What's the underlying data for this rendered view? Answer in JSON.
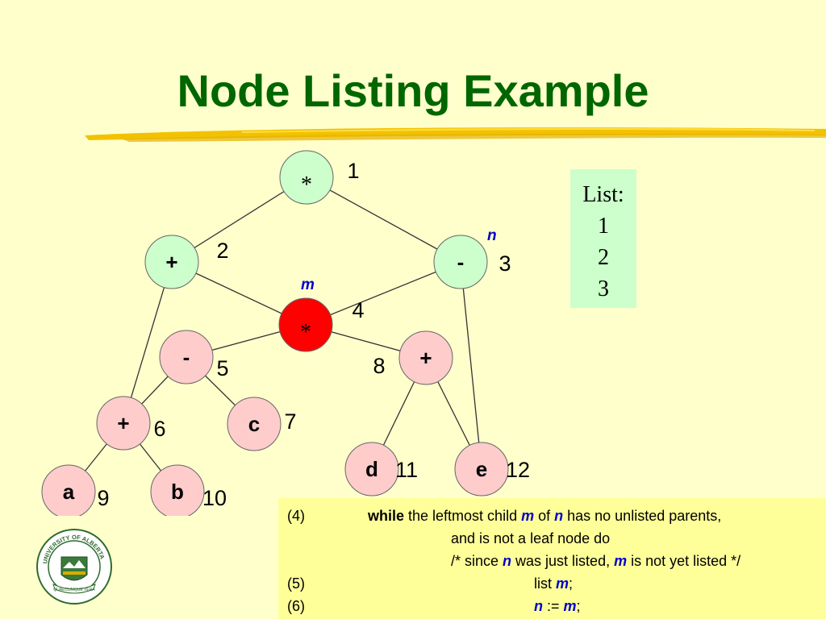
{
  "title": "Node Listing Example",
  "list_box": {
    "heading": "List:",
    "items": [
      "1",
      "2",
      "3"
    ]
  },
  "nodes": [
    {
      "id": "n1",
      "symbol": "*",
      "number": "1",
      "fill": "#ccffcc"
    },
    {
      "id": "n2",
      "symbol": "+",
      "number": "2",
      "fill": "#ccffcc"
    },
    {
      "id": "n3",
      "symbol": "-",
      "number": "3",
      "fill": "#ccffcc"
    },
    {
      "id": "n4",
      "symbol": "*",
      "number": "4",
      "fill": "#ff0000"
    },
    {
      "id": "n5",
      "symbol": "-",
      "number": "5",
      "fill": "#ffcccc"
    },
    {
      "id": "n6",
      "symbol": "+",
      "number": "6",
      "fill": "#ffcccc"
    },
    {
      "id": "n7",
      "symbol": "c",
      "number": "7",
      "fill": "#ffcccc"
    },
    {
      "id": "n8",
      "symbol": "+",
      "number": "8",
      "fill": "#ffcccc"
    },
    {
      "id": "n9",
      "symbol": "a",
      "number": "9",
      "fill": "#ffcccc"
    },
    {
      "id": "n10",
      "symbol": "b",
      "number": "10",
      "fill": "#ffcccc"
    },
    {
      "id": "n11",
      "symbol": "d",
      "number": "11",
      "fill": "#ffcccc"
    },
    {
      "id": "n12",
      "symbol": "e",
      "number": "12",
      "fill": "#ffcccc"
    }
  ],
  "pointers": {
    "n_label": "n",
    "m_label": "m",
    "color": "#0000cc"
  },
  "code": {
    "line1": {
      "num": "(4)",
      "kw": "while",
      "t1": " the leftmost child ",
      "m": "m",
      "t2": " of ",
      "n": "n",
      "t3": " has no unlisted parents,"
    },
    "line2": {
      "text": "and is not a leaf node do"
    },
    "line3": {
      "t1": "/* since ",
      "n": "n",
      "t2": " was just listed, ",
      "m": "m",
      "t3": " is not yet listed */"
    },
    "line4": {
      "num": "(5)",
      "t1": "list ",
      "m": "m",
      "t2": ";"
    },
    "line5": {
      "num": "(6)",
      "n": "n",
      "t1": " := ",
      "m": "m",
      "t2": ";"
    }
  },
  "logo": {
    "ring_text": "UNIVERSITY OF ALBERTA",
    "motto": "QUAECUMQUE VERA"
  },
  "colors": {
    "title": "#006600",
    "background": "#ffffcc",
    "list_box": "#ccffcc",
    "code_box": "#ffff99",
    "listed_node": "#ccffcc",
    "current_node": "#ff0000",
    "unlisted_node": "#ffcccc"
  }
}
